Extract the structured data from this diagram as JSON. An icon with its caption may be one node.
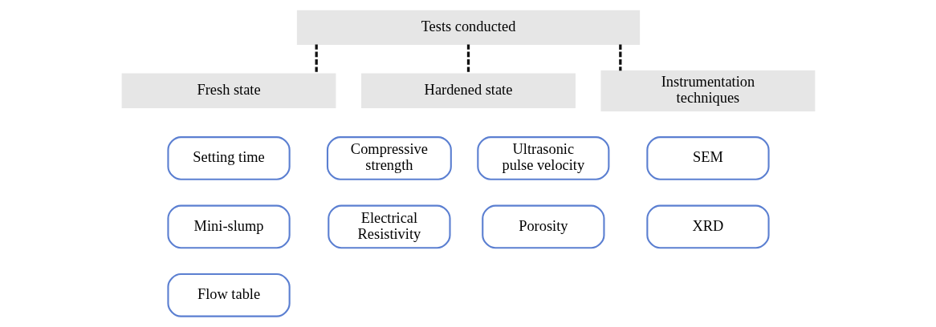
{
  "diagram": {
    "nodes": [
      {
        "text": [
          "Tests conducted"
        ]
      },
      {
        "text": [
          "Fresh state"
        ]
      },
      {
        "text": [
          "Hardened state"
        ]
      },
      {
        "text": [
          "Instrumentation techniques"
        ]
      },
      {
        "text": [
          "Setting time"
        ]
      },
      {
        "text": [
          "Mini-slump"
        ]
      },
      {
        "text": [
          "Flow table"
        ]
      },
      {
        "text": [
          "Compressive strength"
        ]
      },
      {
        "text": [
          "Ultrasonic pulse velocity"
        ]
      },
      {
        "text": [
          "Electrical Resistivity"
        ]
      },
      {
        "text": [
          "Porosity"
        ]
      },
      {
        "text": [
          "SEM"
        ]
      },
      {
        "text": [
          "XRD"
        ]
      }
    ],
    "edges": [
      {
        "from": 0,
        "to": 1,
        "arrow": "none",
        "style": "dashed"
      },
      {
        "from": 0,
        "to": 2,
        "arrow": "none",
        "style": "dashed"
      },
      {
        "from": 0,
        "to": 3,
        "arrow": "none",
        "style": "dashed"
      }
    ]
  }
}
